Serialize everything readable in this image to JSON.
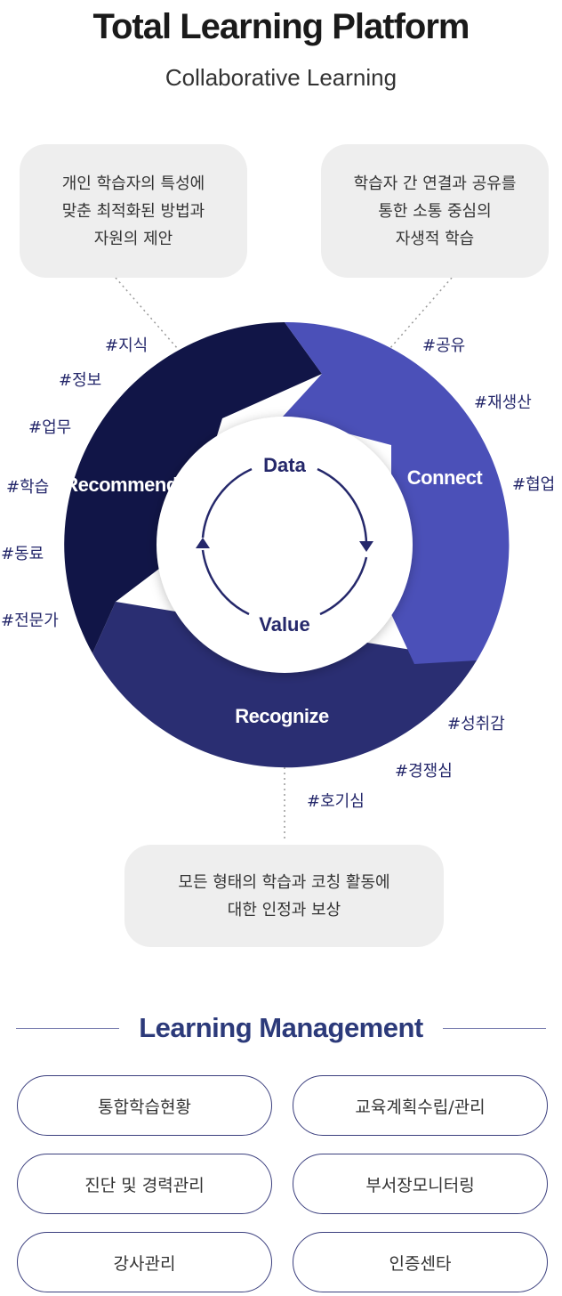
{
  "header": {
    "title": "Total Learning Platform",
    "subtitle": "Collaborative Learning"
  },
  "bubbles": {
    "left": "개인 학습자의 특성에\n맞춘 최적화된 방법과\n자원의 제안",
    "right": "학습자 간 연결과 공유를\n통한 소통 중심의\n자생적 학습",
    "bottom": "모든 형태의 학습과 코칭 활동에\n대한 인정과 보상"
  },
  "cycle": {
    "segments": {
      "recommend": {
        "label": "Recommend",
        "color": "#111547"
      },
      "connect": {
        "label": "Connect",
        "color": "#4b50b8"
      },
      "recognize": {
        "label": "Recognize",
        "color": "#2a2e72"
      }
    },
    "inner": {
      "top": "Data",
      "bottom": "Value"
    },
    "tags": {
      "recommend": [
        "#지식",
        "#정보",
        "#업무",
        "#학습",
        "#동료",
        "#전문가"
      ],
      "connect": [
        "#공유",
        "#재생산",
        "#협업"
      ],
      "recognize": [
        "#성취감",
        "#경쟁심",
        "#호기심"
      ]
    }
  },
  "management": {
    "heading": "Learning Management",
    "items": [
      "통합학습현황",
      "교육계획수립/관리",
      "진단 및 경력관리",
      "부서장모니터링",
      "강사관리",
      "인증센타"
    ]
  }
}
